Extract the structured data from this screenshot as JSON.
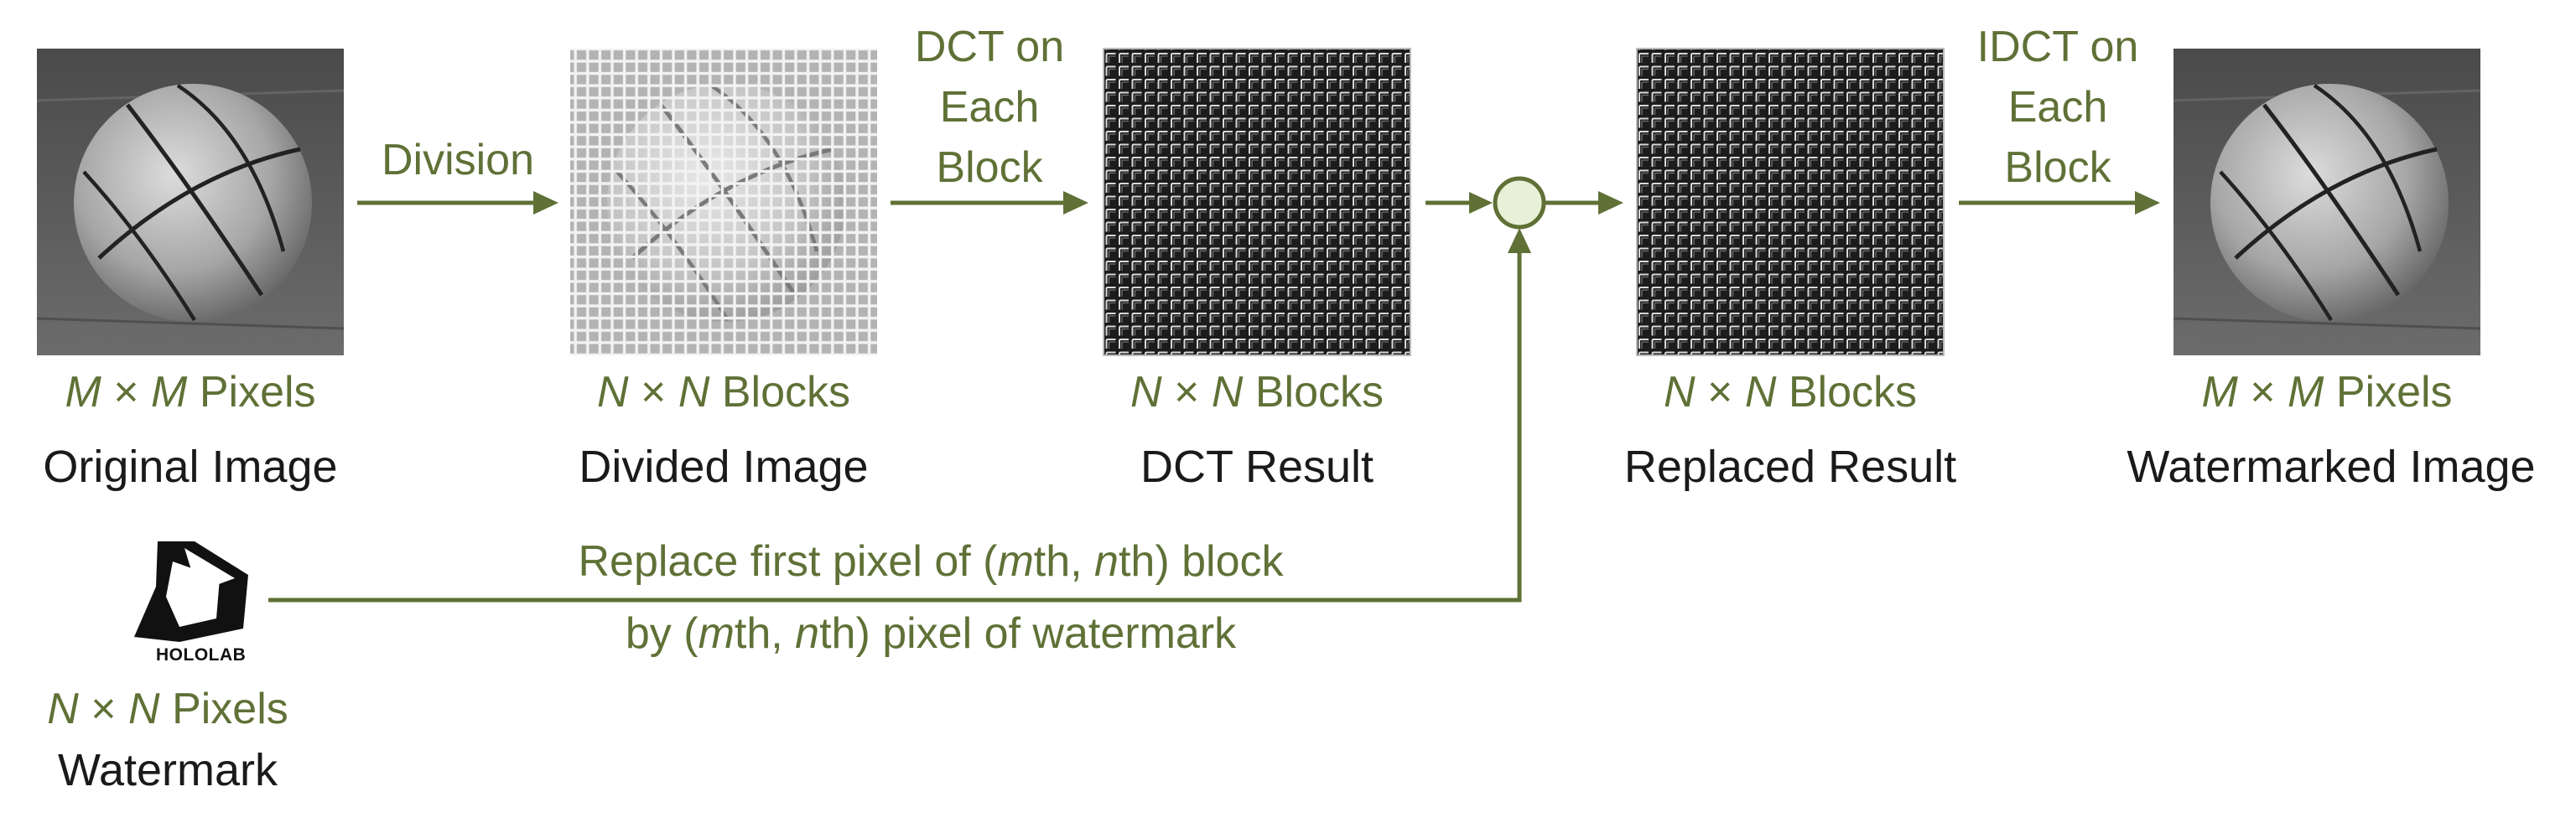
{
  "colors": {
    "accent": "#5f7136",
    "caption": "#1a1a1a",
    "junction_fill": "#e8f0d8"
  },
  "stages": [
    {
      "dims": {
        "a": "M",
        "b": "M",
        "suffix": "Pixels"
      },
      "caption": "Original Image"
    },
    {
      "dims": {
        "a": "N",
        "b": "N",
        "suffix": "Blocks"
      },
      "caption": "Divided Image"
    },
    {
      "dims": {
        "a": "N",
        "b": "N",
        "suffix": "Blocks"
      },
      "caption": "DCT Result"
    },
    {
      "dims": {
        "a": "N",
        "b": "N",
        "suffix": "Blocks"
      },
      "caption": "Replaced Result"
    },
    {
      "dims": {
        "a": "M",
        "b": "M",
        "suffix": "Pixels"
      },
      "caption": "Watermarked Image"
    }
  ],
  "steps": {
    "division": "Division",
    "dct": [
      "DCT on",
      "Each",
      "Block"
    ],
    "idct": [
      "IDCT on",
      "Each",
      "Block"
    ]
  },
  "watermark": {
    "logo_text": "HOLOLAB",
    "dims": {
      "a": "N",
      "b": "N",
      "suffix": "Pixels"
    },
    "caption": "Watermark"
  },
  "replace_text": {
    "line1": {
      "pre": "Replace first pixel of (",
      "m": "m",
      "mid": "th, ",
      "n": "n",
      "post": "th) block"
    },
    "line2": {
      "pre": "by (",
      "m": "m",
      "mid": "th, ",
      "n": "n",
      "post": "th) pixel of watermark"
    }
  }
}
